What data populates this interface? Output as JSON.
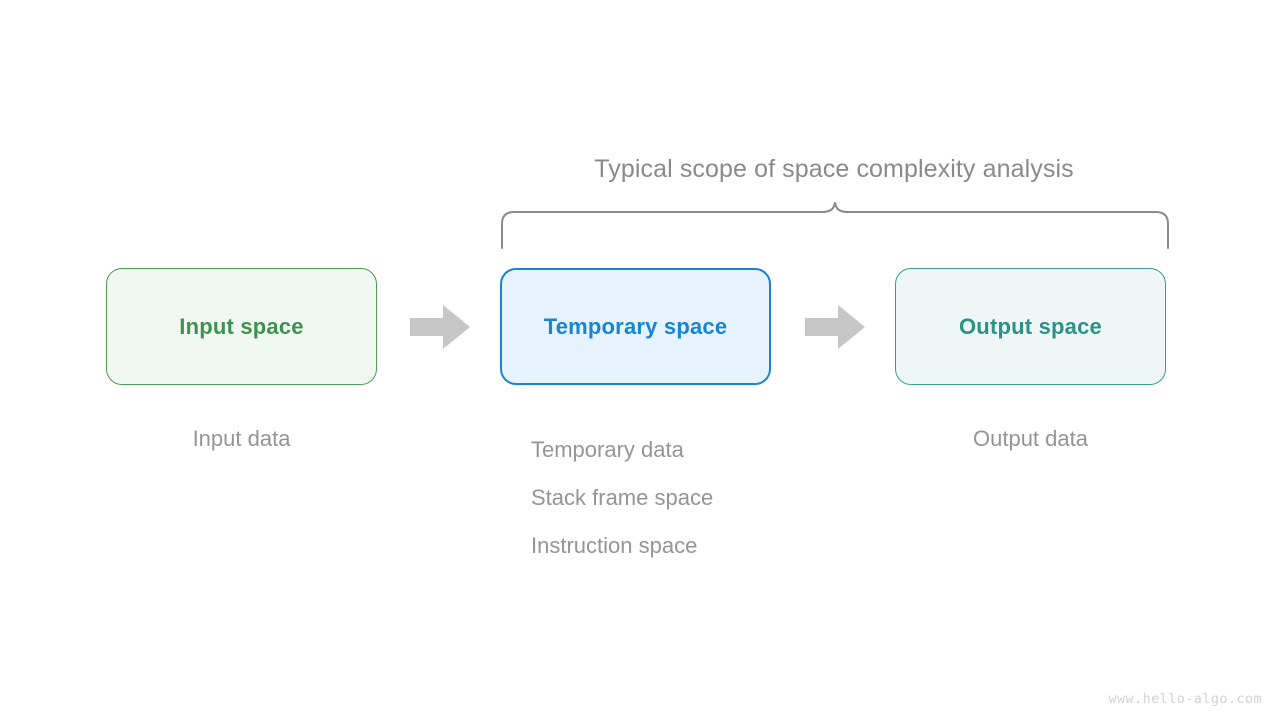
{
  "diagram": {
    "scope_title": "Typical scope of space complexity analysis",
    "watermark": "www.hello-algo.com",
    "colors": {
      "background": "#ffffff",
      "input_border": "#4f9a52",
      "input_fill": "#f1f8f1",
      "input_text": "#3f9152",
      "temporary_border": "#1a84d4",
      "temporary_fill": "#e6f3fc",
      "temporary_text": "#1a84d4",
      "output_border": "#3d9b92",
      "output_fill": "#eef7f6",
      "output_text": "#2e9087",
      "arrow": "#c6c6c6",
      "brace": "#8a8a8a",
      "caption_text": "#959595",
      "title_text": "#8a8a8a",
      "watermark_text": "#d2d2d2"
    },
    "boxes": [
      {
        "id": "input",
        "label": "Input space"
      },
      {
        "id": "temporary",
        "label": "Temporary space"
      },
      {
        "id": "output",
        "label": "Output space"
      }
    ],
    "arrows": [
      {
        "id": "input-to-temporary",
        "direction": "right"
      },
      {
        "id": "temporary-to-output",
        "direction": "right"
      }
    ],
    "captions": {
      "input": "Input data",
      "temporary": [
        "Temporary data",
        "Stack frame space",
        "Instruction space"
      ],
      "output": "Output data"
    }
  }
}
